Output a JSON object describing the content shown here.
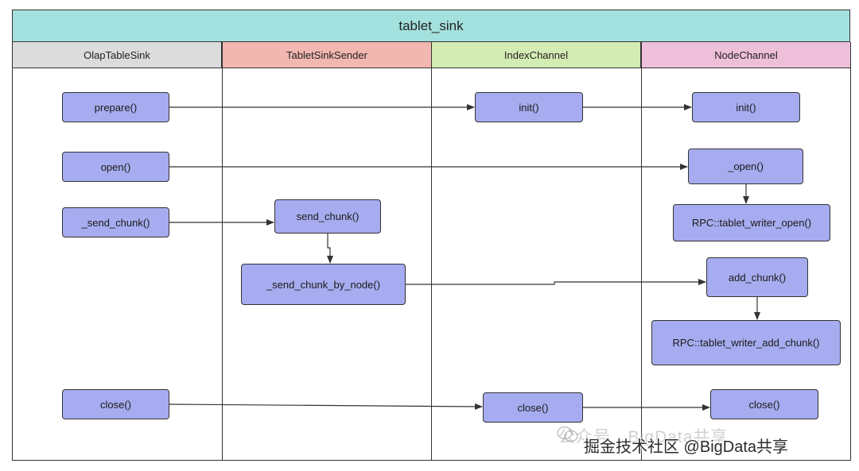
{
  "title": "tablet_sink",
  "lanes": [
    {
      "name": "OlapTableSink",
      "color": "#dcdcdc"
    },
    {
      "name": "TabletSinkSender",
      "color": "#f2b7b0"
    },
    {
      "name": "IndexChannel",
      "color": "#d3ecb3"
    },
    {
      "name": "NodeChannel",
      "color": "#eebfd8"
    }
  ],
  "nodes": {
    "prepare": "prepare()",
    "open": "open()",
    "send_chunk_olap": "_send_chunk()",
    "close_olap": "close()",
    "send_chunk": "send_chunk()",
    "send_chunk_by_node": "_send_chunk_by_node()",
    "init_index": "init()",
    "close_index": "close()",
    "init_node": "init()",
    "open_node": "_open()",
    "rpc_open": "RPC::tablet_writer_open()",
    "add_chunk": "add_chunk()",
    "rpc_add_chunk": "RPC::tablet_writer_add_chunk()",
    "close_node": "close()"
  },
  "watermark": {
    "line1": "公众号 · BigData共享",
    "line2": "掘金技术社区 @BigData共享"
  },
  "colors": {
    "title_bg": "#a3e1de",
    "node_bg": "#a6acef"
  }
}
